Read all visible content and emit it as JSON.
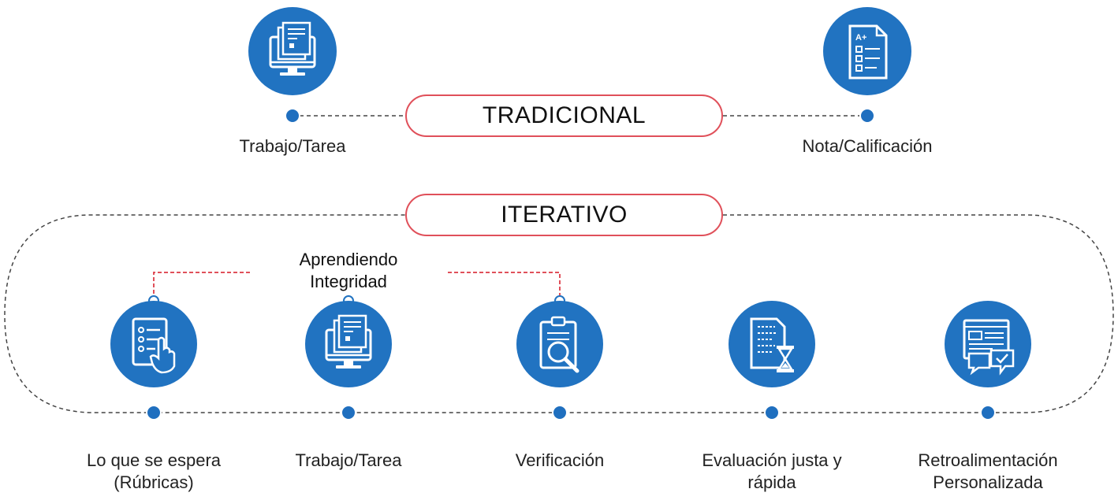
{
  "traditional": {
    "title": "TRADICIONAL",
    "left_label": "Trabajo/Tarea",
    "right_label": "Nota/Calificación"
  },
  "iterative": {
    "title": "ITERATIVO",
    "overlay_line1": "Aprendiendo",
    "overlay_line2": "Integridad",
    "steps": [
      {
        "line1": "Lo que se espera",
        "line2": "(Rúbricas)",
        "icon": "checklist-hand-icon"
      },
      {
        "line1": "Trabajo/Tarea",
        "line2": "",
        "icon": "computer-document-icon"
      },
      {
        "line1": "Verificación",
        "line2": "",
        "icon": "clipboard-magnifier-icon"
      },
      {
        "line1": "Evaluación justa y",
        "line2": "rápida",
        "icon": "document-hourglass-icon"
      },
      {
        "line1": "Retroalimentación",
        "line2": "Personalizada",
        "icon": "web-page-chat-icon"
      }
    ]
  },
  "colors": {
    "icon_circle": "#2173c1",
    "dot": "#1f6fbf",
    "pill_border": "#e0505a",
    "connector_red": "#e0505a",
    "dashed_line": "#444444"
  }
}
